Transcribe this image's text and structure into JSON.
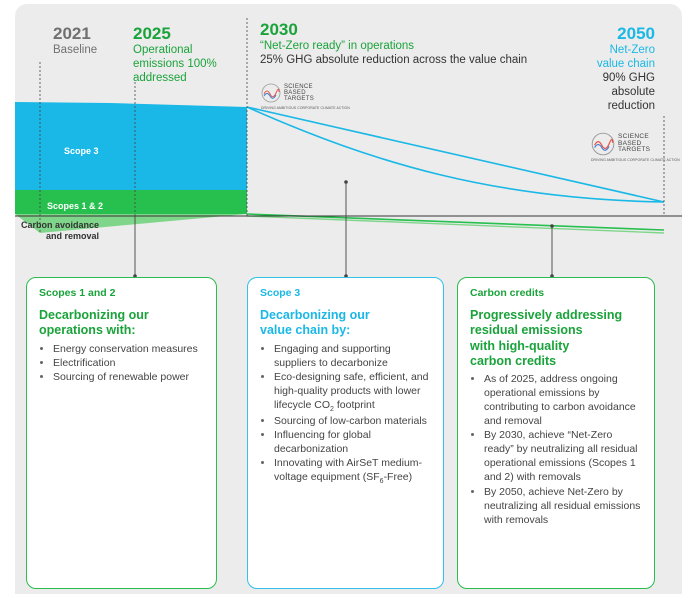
{
  "milestones": [
    {
      "year": "2021",
      "text": "Baseline"
    },
    {
      "year": "2025",
      "text_lines": [
        "Operational",
        "emissions 100%",
        "addressed"
      ]
    },
    {
      "year": "2030",
      "line1": "“Net-Zero ready” in operations",
      "line2": "25% GHG absolute reduction across the value chain"
    },
    {
      "year": "2050",
      "text_lines": [
        "Net-Zero",
        "value chain",
        "90% GHG",
        "absolute",
        "reduction"
      ]
    }
  ],
  "sbti_logo": {
    "lines": [
      "SCIENCE",
      "BASED",
      "TARGETS"
    ],
    "tagline": "DRIVING AMBITIOUS CORPORATE CLIMATE ACTION",
    "icon": "science-based-targets-wave-logo"
  },
  "chart_labels": {
    "scope3": "Scope 3",
    "scopes12": "Scopes 1 & 2",
    "avoidance_lines": [
      "Carbon avoidance",
      "and removal"
    ]
  },
  "colors": {
    "green": "#1aa33a",
    "bright_green": "#2bbd4e",
    "blue": "#1ab8e6",
    "scope3_fill": "#1ab8e6",
    "scopes12_fill": "#27c04f",
    "removal_fill": "#7fd68a"
  },
  "cards": [
    {
      "category": "Scopes 1 and 2",
      "heading_lines": [
        "Decarbonizing our",
        "operations with:"
      ],
      "bullets": [
        "Energy conservation measures",
        "Electrification",
        "Sourcing of renewable power"
      ]
    },
    {
      "category": "Scope 3",
      "heading_lines": [
        "Decarbonizing our",
        "value chain by:"
      ],
      "bullets": [
        "Engaging and supporting suppliers to decarbonize",
        "Eco-designing safe, efficient, and high-quality products with lower lifecycle",
        "Sourcing of low-carbon materials",
        "Influencing for global decarbonization",
        "Innovating with AirSeT medium-voltage equipment"
      ],
      "co2_prefix": "CO",
      "co2_sub": "2",
      "co2_suffix": " footprint",
      "sf6_prefix": "(SF",
      "sf6_sub": "6",
      "sf6_suffix": "-Free)"
    },
    {
      "category": "Carbon credits",
      "heading_lines": [
        "Progressively addressing",
        "residual emissions",
        "with high-quality",
        "carbon credits"
      ],
      "bullets": [
        "As of 2025, address ongoing operational emissions by contributing to carbon avoidance and removal",
        "By 2030, achieve “Net-Zero ready” by neutralizing all residual operational emissions (Scopes 1 and 2) with removals",
        "By 2050, achieve Net-Zero by neutralizing all residual emissions with removals"
      ]
    }
  ]
}
